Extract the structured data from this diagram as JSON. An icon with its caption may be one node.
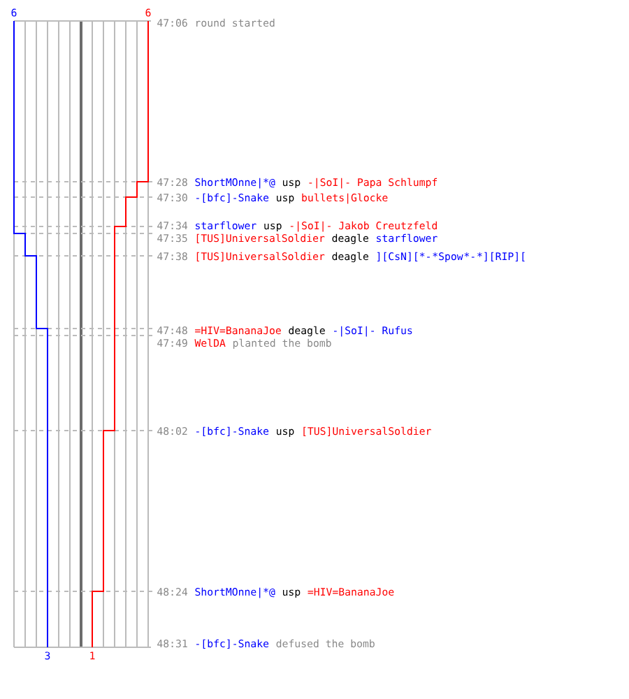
{
  "diagram": {
    "labels": [
      "6",
      "6",
      "47:06",
      "round started",
      "47:28",
      "ShortMOnne|*@",
      "usp",
      "-|SoI|- Papa Schlumpf",
      "47:30",
      "-[bfc]-Snake",
      "usp",
      "bullets|Glocke",
      "47:34",
      "starflower",
      "usp",
      "-|SoI|- Jakob Creutzfeld",
      "47:35",
      "[TUS]UniversalSoldier",
      "deagle",
      "starflower",
      "47:38",
      "[TUS]UniversalSoldier",
      "deagle",
      "][CsN][*-",
      "*Spow",
      "*-",
      "*][RIP][",
      "47:48",
      "=HIV=BananaJoe",
      "deagle",
      "-|SoI|- Rufus",
      "47:49",
      "WelDA",
      "planted the bomb",
      "48:02",
      "-[bfc]-Snake",
      "usp",
      "[TUS]UniversalSoldier",
      "48:24",
      "ShortMOnne|*@",
      "usp",
      "=HIV=BananaJoe",
      "48:31",
      "-[bfc]-Snake",
      "defused the bomb",
      "3",
      "1"
    ]
  }
}
